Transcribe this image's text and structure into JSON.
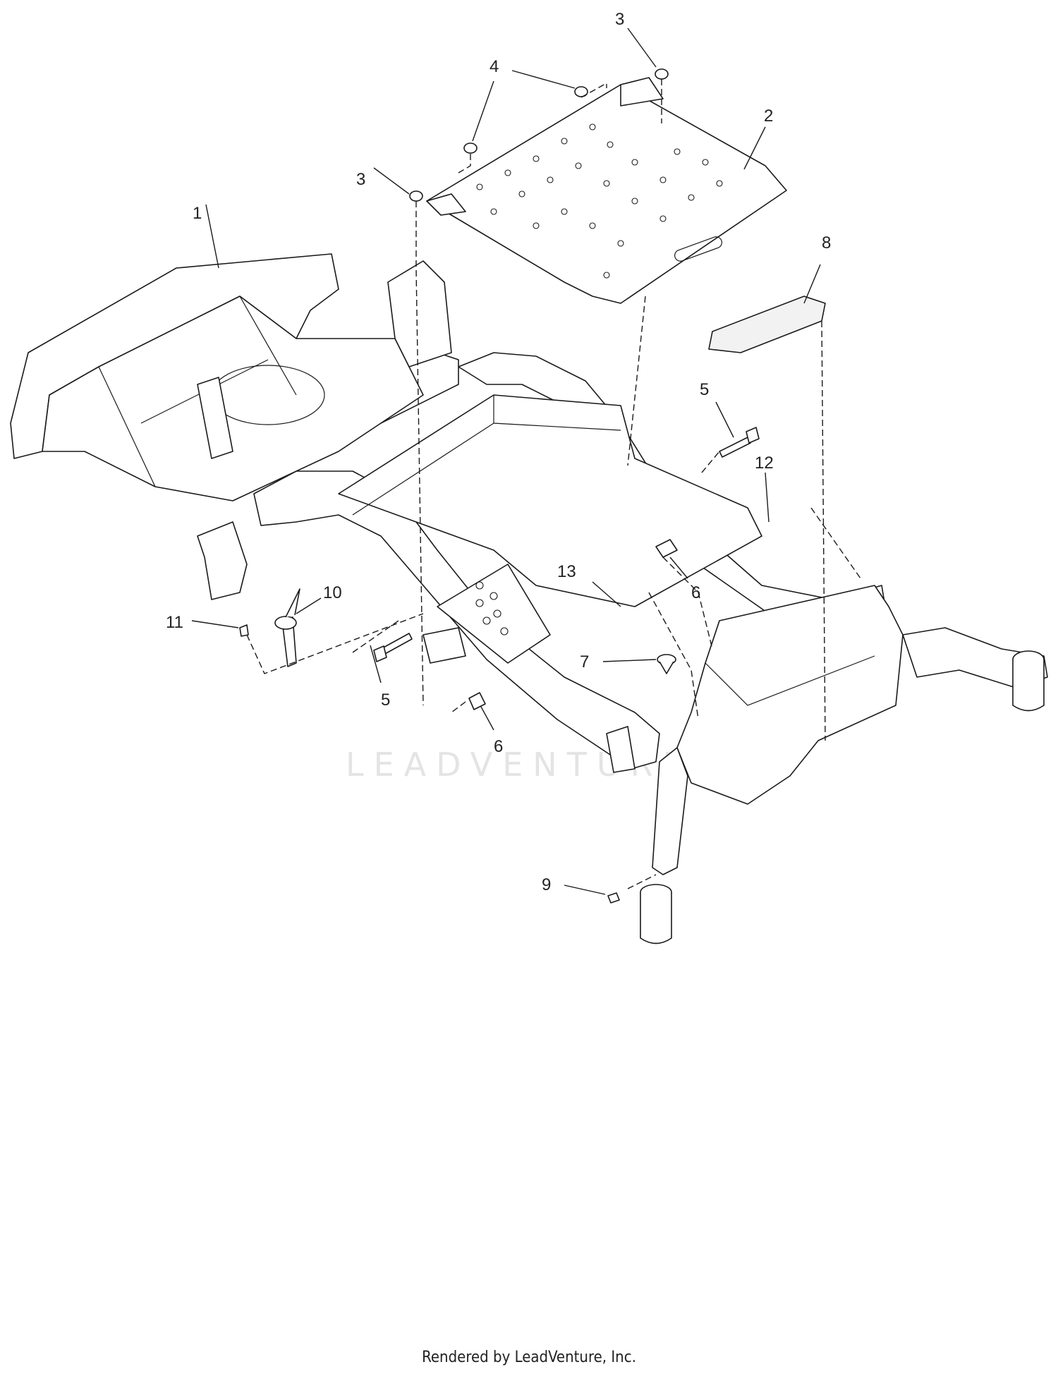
{
  "watermark": "LEADVENTURE",
  "footer": "Rendered by LeadVenture, Inc.",
  "callouts": [
    "1",
    "2",
    "3",
    "3",
    "4",
    "5",
    "5",
    "6",
    "6",
    "7",
    "8",
    "9",
    "10",
    "11",
    "12",
    "13"
  ]
}
